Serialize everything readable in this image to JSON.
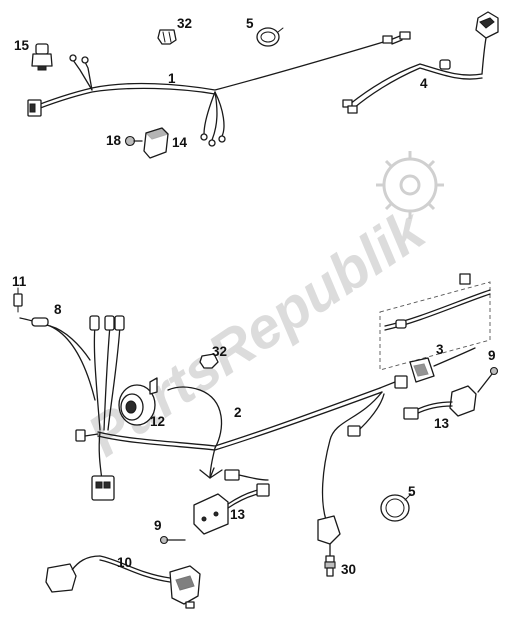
{
  "watermark": {
    "text": "PartsRepublik",
    "icon": "gear-icon"
  },
  "callouts": {
    "c1": "1",
    "c2": "2",
    "c3": "3",
    "c4": "4",
    "c5a": "5",
    "c5b": "5",
    "c8": "8",
    "c9a": "9",
    "c9b": "9",
    "c10": "10",
    "c11": "11",
    "c12": "12",
    "c13a": "13",
    "c13b": "13",
    "c14": "14",
    "c15": "15",
    "c18": "18",
    "c30": "30",
    "c32a": "32",
    "c32b": "32"
  }
}
